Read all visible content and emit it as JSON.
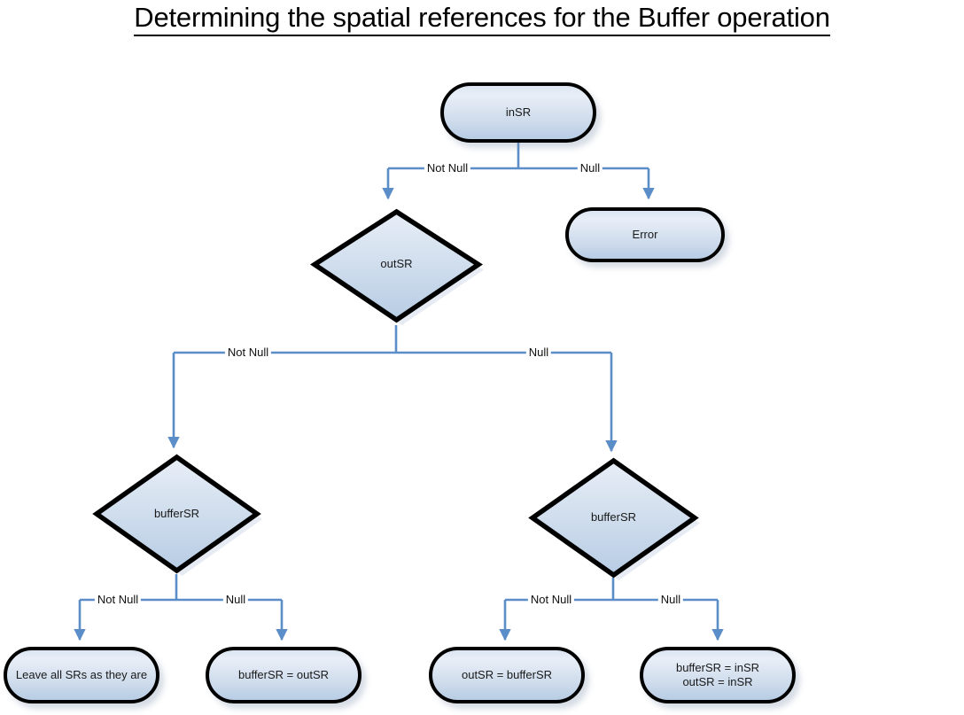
{
  "page": {
    "title": "Determining the spatial references for the Buffer operation",
    "background_color": "#ffffff"
  },
  "theme": {
    "connector_color": "#5b8dc8",
    "node_border_color": "#000000",
    "node_fill_top": "#e8eef7",
    "node_fill_bottom": "#b7cce4",
    "text_color": "#1a1a1a",
    "shadow_color": "#dfe6f0"
  },
  "flowchart": {
    "type": "decision-tree",
    "nodes": [
      {
        "id": "insr",
        "shape": "terminator",
        "label": "inSR"
      },
      {
        "id": "error",
        "shape": "terminator",
        "label": "Error"
      },
      {
        "id": "outsr",
        "shape": "decision",
        "label": "outSR"
      },
      {
        "id": "buffersr_l",
        "shape": "decision",
        "label": "bufferSR"
      },
      {
        "id": "buffersr_r",
        "shape": "decision",
        "label": "bufferSR"
      },
      {
        "id": "leave_all",
        "shape": "terminator",
        "label": "Leave all SRs as they are"
      },
      {
        "id": "buf_eq_out",
        "shape": "terminator",
        "label": "bufferSR = outSR"
      },
      {
        "id": "out_eq_buf",
        "shape": "terminator",
        "label": "outSR = bufferSR"
      },
      {
        "id": "buf_out_in",
        "shape": "terminator",
        "label_line1": "bufferSR = inSR",
        "label_line2": "outSR = inSR"
      }
    ],
    "edges": [
      {
        "from": "insr",
        "to": "outsr",
        "label": "Not Null"
      },
      {
        "from": "insr",
        "to": "error",
        "label": "Null"
      },
      {
        "from": "outsr",
        "to": "buffersr_l",
        "label": "Not Null"
      },
      {
        "from": "outsr",
        "to": "buffersr_r",
        "label": "Null"
      },
      {
        "from": "buffersr_l",
        "to": "leave_all",
        "label": "Not Null"
      },
      {
        "from": "buffersr_l",
        "to": "buf_eq_out",
        "label": "Null"
      },
      {
        "from": "buffersr_r",
        "to": "out_eq_buf",
        "label": "Not Null"
      },
      {
        "from": "buffersr_r",
        "to": "buf_out_in",
        "label": "Null"
      }
    ],
    "edge_labels": {
      "l1_left": "Not Null",
      "l1_right": "Null",
      "l2_left": "Not Null",
      "l2_right": "Null",
      "l3a_left": "Not Null",
      "l3a_right": "Null",
      "l3b_left": "Not Null",
      "l3b_right": "Null"
    }
  }
}
